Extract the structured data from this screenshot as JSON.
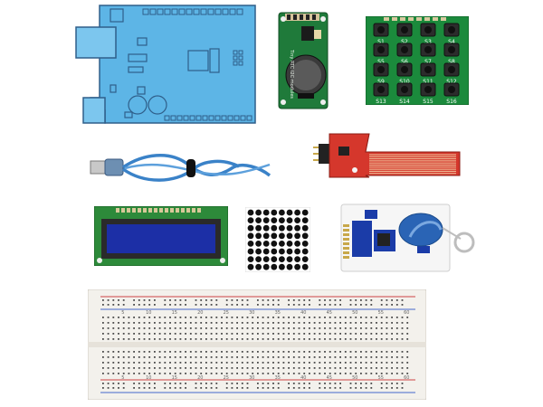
{
  "rtc_module": {
    "label": "Tiny RTC I2C modules"
  },
  "keypad": {
    "keys": [
      "S1",
      "S2",
      "S3",
      "S4",
      "S5",
      "S6",
      "S7",
      "S8",
      "S9",
      "S10",
      "S11",
      "S12",
      "S13",
      "S14",
      "S15",
      "S16"
    ]
  },
  "breadboard": {
    "top_numbers": [
      "5",
      "10",
      "15",
      "20",
      "25",
      "30",
      "35",
      "40",
      "45",
      "50",
      "55",
      "60"
    ],
    "bottom_numbers": [
      "5",
      "10",
      "15",
      "20",
      "25",
      "30",
      "35",
      "40",
      "45",
      "50",
      "55",
      "60"
    ]
  },
  "colors": {
    "arduino_board": "#5db5e6",
    "pcb_green": "#1f7a3a",
    "water_sensor": "#d5372c",
    "lcd_screen": "#1c2fa6",
    "cable_blue": "#3a82c8",
    "rfid_tag": "#2a64b5"
  }
}
